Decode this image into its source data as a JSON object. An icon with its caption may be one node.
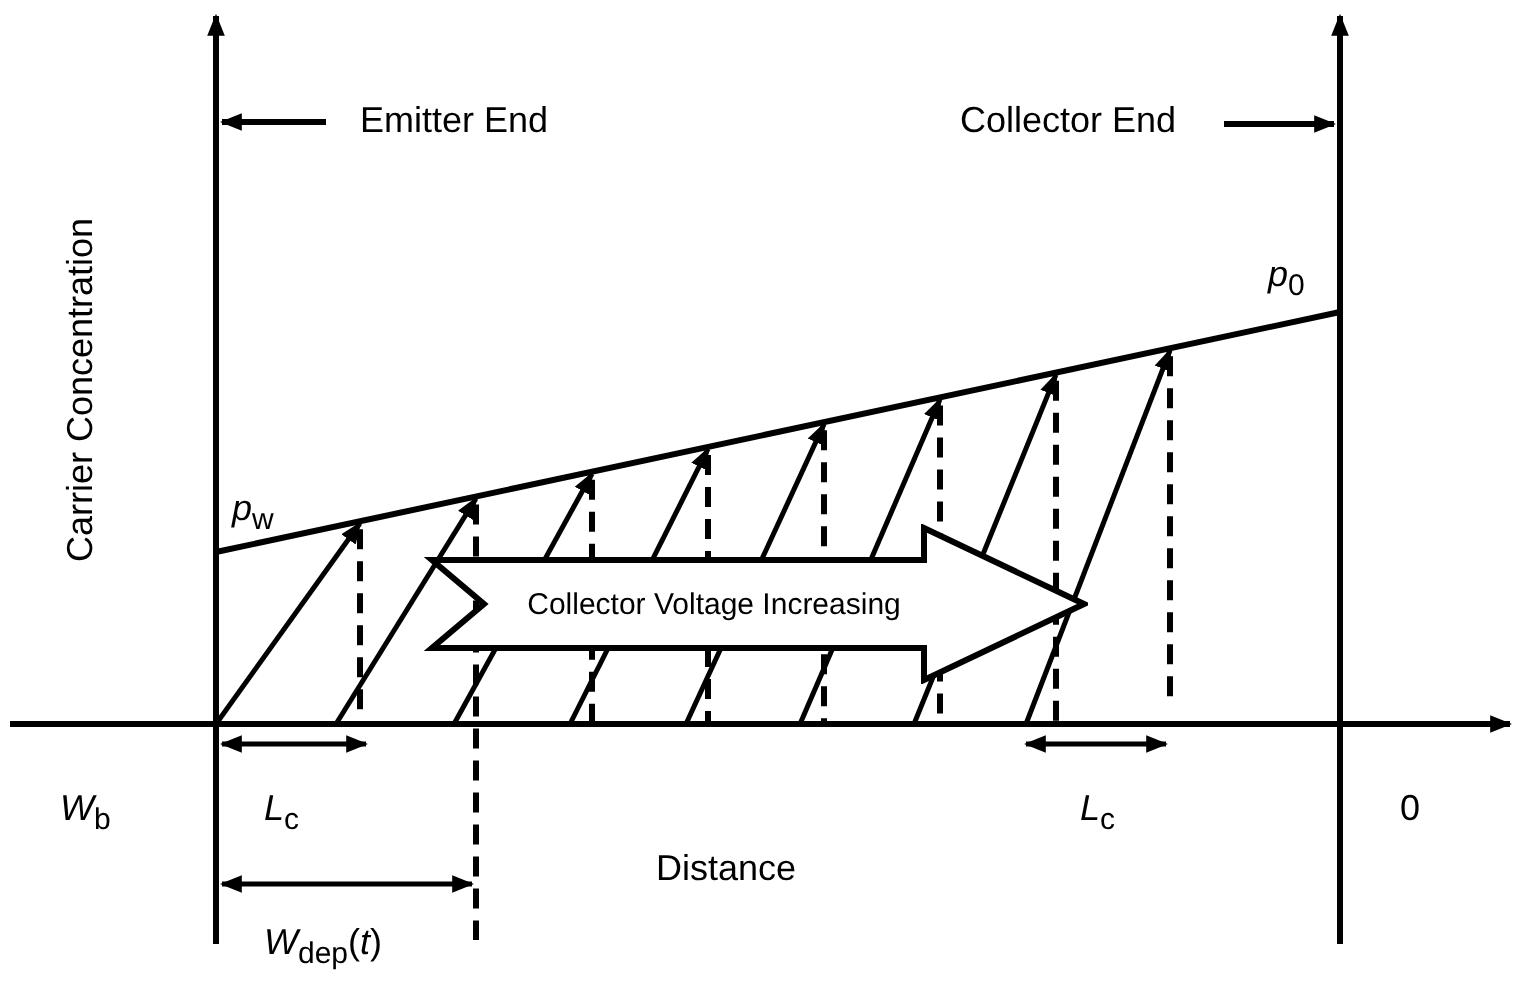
{
  "diagram": {
    "nodes": [
      {
        "text": [
          "Collector Voltage Increasing"
        ]
      }
    ],
    "labels": [
      "Emitter End",
      "Collector End",
      "*p*$_{0}$",
      "Carrier Concentration",
      "*p*$_{w}$",
      "*W*$_{b}$",
      "*L*$_{c}$",
      "*L*$_{c}$",
      "0",
      "Distance",
      "*W*$_{dep}$(*t*)"
    ]
  }
}
